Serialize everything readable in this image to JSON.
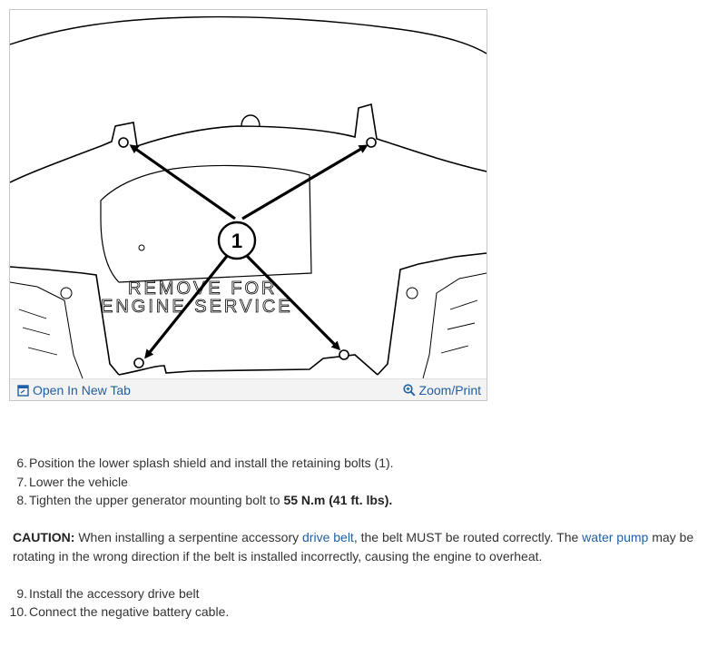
{
  "figure": {
    "callout_number": "1",
    "stencil_line1": "REMOVE FOR",
    "stencil_line2": "ENGINE SERVICE",
    "open_tab_label": "Open In New Tab",
    "zoom_label": "Zoom/Print",
    "icons": [
      "open-in-new-tab-icon",
      "zoom-magnifier-icon"
    ]
  },
  "steps": [
    {
      "num": "6.",
      "text": "Position the lower splash shield and install the retaining bolts (1)."
    },
    {
      "num": "7.",
      "text": "Lower the vehicle"
    },
    {
      "num": "8.",
      "text_before": "Tighten the upper generator mounting bolt to ",
      "bold": "55 N.m (41 ft. lbs)."
    }
  ],
  "caution": {
    "label": "CAUTION:",
    "part1": " When installing a serpentine accessory ",
    "link1": "drive belt",
    "part2": ", the belt MUST be routed correctly. The ",
    "link2": "water pump",
    "part3": " may be rotating in the wrong direction if the belt is installed incorrectly, causing the engine to overheat."
  },
  "steps_after": [
    {
      "num": "9.",
      "text": "Install the accessory drive belt"
    },
    {
      "num": "10.",
      "text": "Connect the negative battery cable."
    }
  ],
  "colors": {
    "link": "#1f5fa6",
    "text": "#333333",
    "bar_bg": "#f3f3f3",
    "border": "#c8c8c8"
  }
}
